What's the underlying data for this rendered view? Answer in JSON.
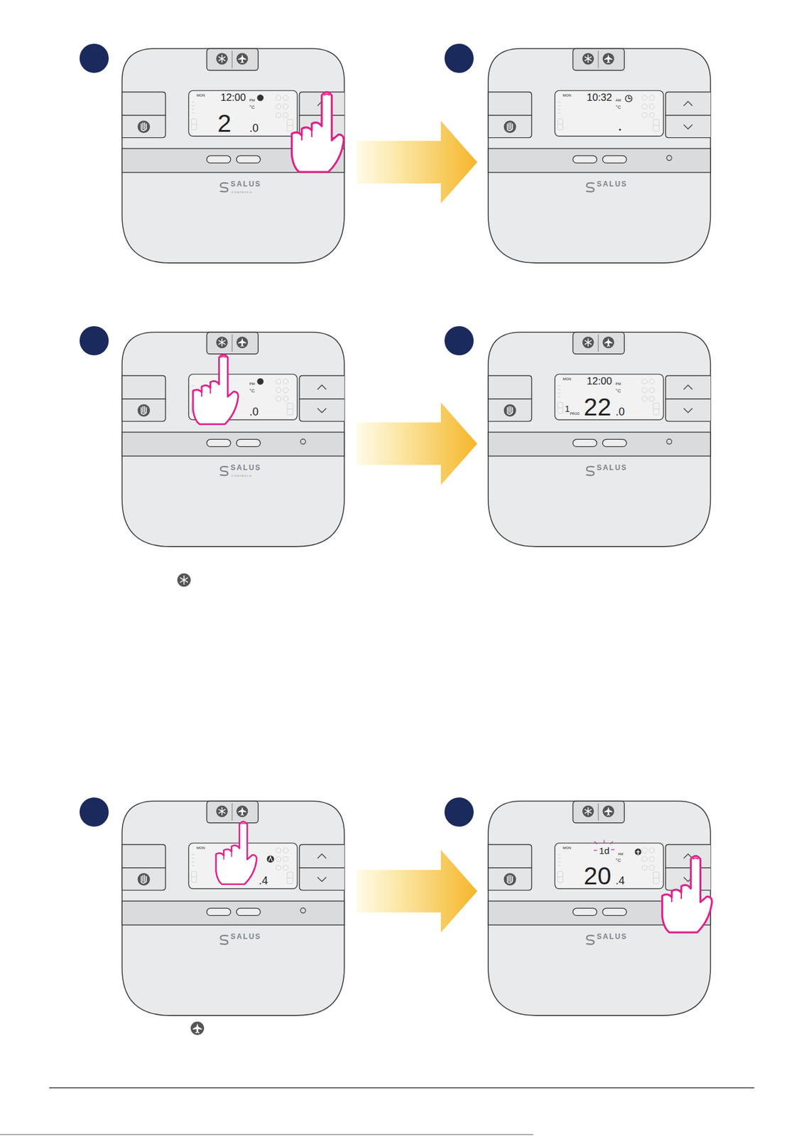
{
  "diagram": {
    "nodes": [
      {
        "text": [
          "MON",
          "12:00",
          "PM",
          "°C",
          "2",
          ".0",
          "SALUS",
          "CONTROLS"
        ]
      },
      {
        "text": [
          "MON",
          "10:32",
          "AM",
          "°C",
          "SALUS"
        ]
      },
      {
        "text": [
          "PM",
          "°C",
          ".0",
          "SALUS",
          "CONTROLS"
        ]
      },
      {
        "text": [
          "MON",
          "12:00",
          "PM",
          "°C",
          "1",
          "PROG",
          "22",
          ".0",
          "SALUS"
        ]
      },
      {
        "text": [
          "MON",
          ".4",
          "SALUS"
        ]
      },
      {
        "text": [
          "MON",
          "1d",
          "AM",
          "°C",
          "20",
          ".4",
          "SALUS"
        ]
      }
    ],
    "edges": [
      {
        "from": 0,
        "to": 1,
        "arrow": "to"
      },
      {
        "from": 2,
        "to": 3,
        "arrow": "to"
      },
      {
        "from": 4,
        "to": 5,
        "arrow": "to"
      }
    ]
  }
}
